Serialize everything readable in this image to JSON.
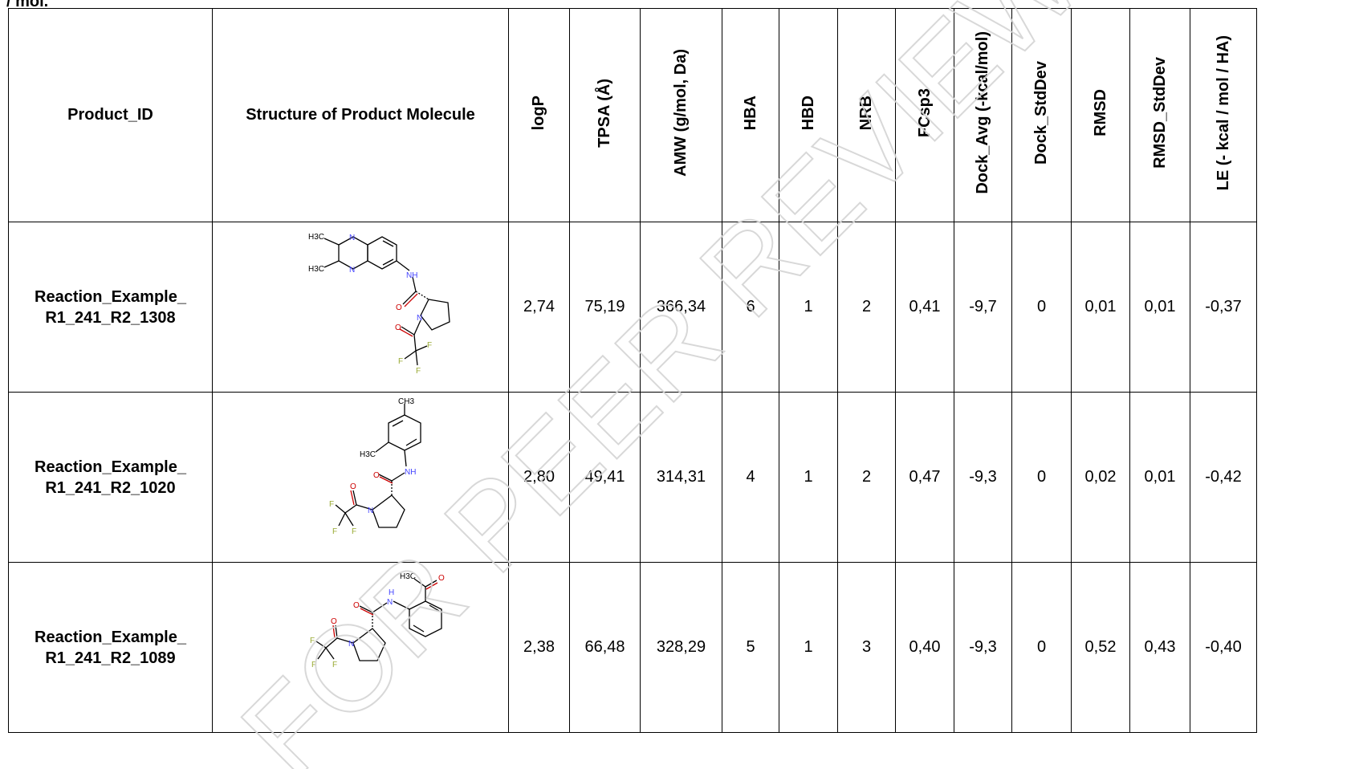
{
  "top_text": "/ mol.",
  "watermark": "FOR PEER REVIEW",
  "headers": {
    "product_id": "Product_ID",
    "structure": "Structure of Product Molecule",
    "columns": [
      "logP",
      "TPSA (Å)",
      "AMW (g/mol, Da)",
      "HBA",
      "HBD",
      "NRB",
      "FCsp3",
      "Dock_Avg  (-kcal/mol)",
      "Dock_StdDev",
      "RMSD",
      "RMSD_StdDev",
      "LE (- kcal / mol / HA)"
    ]
  },
  "rows": [
    {
      "id_line1": "Reaction_Example_",
      "id_line2": "R1_241_R2_1308",
      "atom_labels": [
        "H3C",
        "H3C",
        "N",
        "N",
        "NH",
        "O",
        "N",
        "O",
        "F",
        "F",
        "F"
      ],
      "values": [
        "2,74",
        "75,19",
        "366,34",
        "6",
        "1",
        "2",
        "0,41",
        "-9,7",
        "0",
        "0,01",
        "0,01",
        "-0,37"
      ]
    },
    {
      "id_line1": "Reaction_Example_",
      "id_line2": "R1_241_R2_1020",
      "atom_labels": [
        "CH3",
        "H3C",
        "NH",
        "O",
        "O",
        "N",
        "F",
        "F",
        "F"
      ],
      "values": [
        "2,80",
        "49,41",
        "314,31",
        "4",
        "1",
        "2",
        "0,47",
        "-9,3",
        "0",
        "0,02",
        "0,01",
        "-0,42"
      ]
    },
    {
      "id_line1": "Reaction_Example_",
      "id_line2": "R1_241_R2_1089",
      "atom_labels": [
        "H3C",
        "O",
        "H",
        "N",
        "O",
        "O",
        "N",
        "F",
        "F",
        "F"
      ],
      "values": [
        "2,38",
        "66,48",
        "328,29",
        "5",
        "1",
        "3",
        "0,40",
        "-9,3",
        "0",
        "0,52",
        "0,43",
        "-0,40"
      ]
    }
  ]
}
